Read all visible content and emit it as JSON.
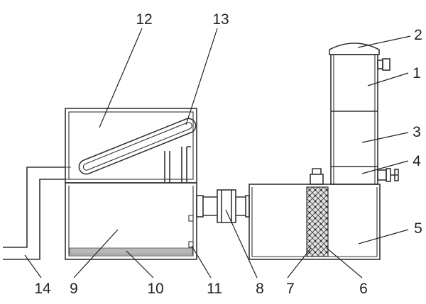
{
  "callouts": [
    {
      "id": "1",
      "text": "1"
    },
    {
      "id": "2",
      "text": "2"
    },
    {
      "id": "3",
      "text": "3"
    },
    {
      "id": "4",
      "text": "4"
    },
    {
      "id": "5",
      "text": "5"
    },
    {
      "id": "6",
      "text": "6"
    },
    {
      "id": "7",
      "text": "7"
    },
    {
      "id": "8",
      "text": "8"
    },
    {
      "id": "9",
      "text": "9"
    },
    {
      "id": "10",
      "text": "10"
    },
    {
      "id": "11",
      "text": "11"
    },
    {
      "id": "12",
      "text": "12"
    },
    {
      "id": "13",
      "text": "13"
    },
    {
      "id": "14",
      "text": "14"
    }
  ],
  "colors": {
    "line": "#333333",
    "sediment": "#b8b8b8",
    "filter_fill": "#d9d9d9",
    "background": "#ffffff"
  }
}
